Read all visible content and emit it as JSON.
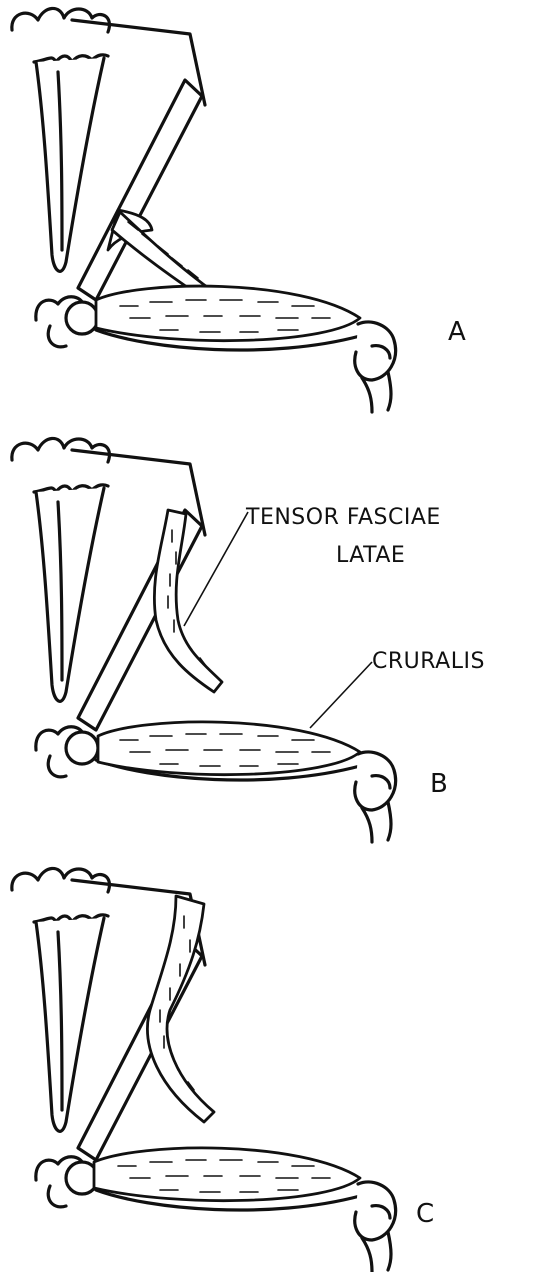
{
  "panels": [
    {
      "letter": "A"
    },
    {
      "letter": "B"
    },
    {
      "letter": "C"
    }
  ],
  "labels": {
    "tensor_line1": "TENSOR FASCIAE",
    "tensor_line2": "LATAE",
    "cruralis": "CRURALIS"
  }
}
